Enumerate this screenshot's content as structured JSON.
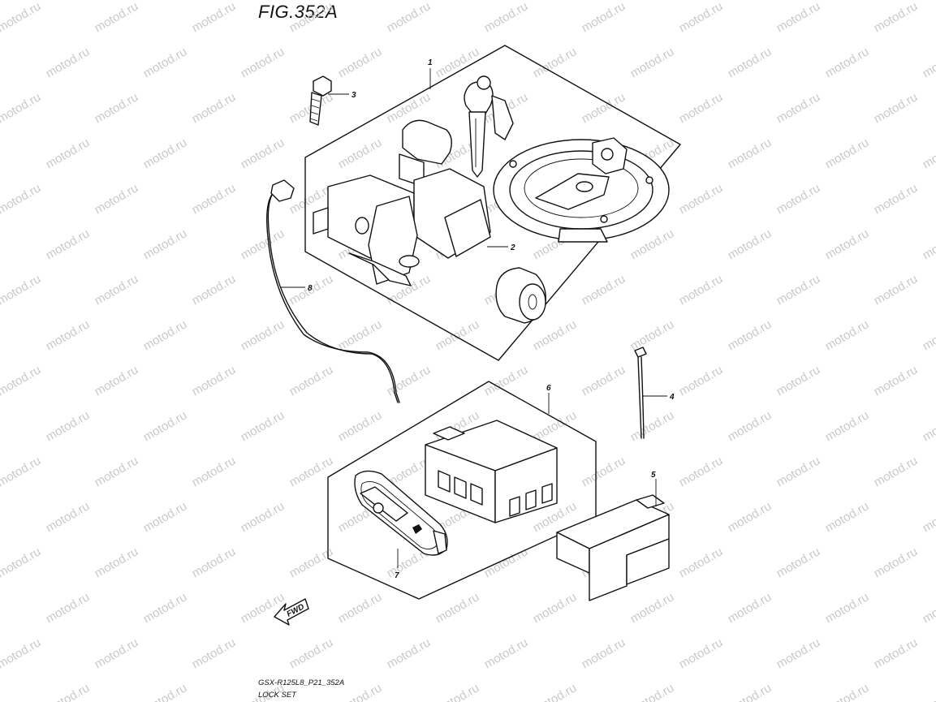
{
  "figure": {
    "title": "FIG.352A",
    "code": "GSX-R125L8_P21_352A",
    "name": "LOCK SET",
    "fwd_label": "FWD"
  },
  "watermark": {
    "text": "motod.ru"
  },
  "callouts": [
    {
      "id": "1",
      "part": "lock set assembly"
    },
    {
      "id": "2",
      "part": "ignition switch"
    },
    {
      "id": "3",
      "part": "bolt"
    },
    {
      "id": "4",
      "part": "cable tie"
    },
    {
      "id": "5",
      "part": "bracket"
    },
    {
      "id": "6",
      "part": "control unit set"
    },
    {
      "id": "7",
      "part": "key fob"
    },
    {
      "id": "8",
      "part": "lead wire"
    }
  ]
}
